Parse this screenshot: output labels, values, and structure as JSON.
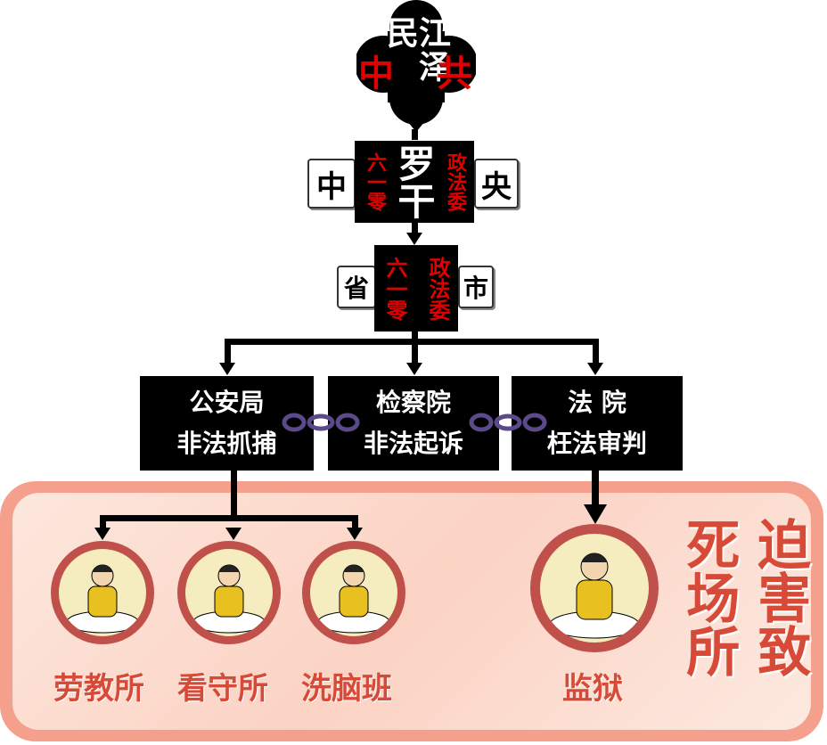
{
  "top": {
    "left": "中",
    "right": "共",
    "name": "江泽民"
  },
  "central": {
    "left": "中",
    "right": "央",
    "office_a": "六一零",
    "name": "罗干",
    "office_b": "政法委"
  },
  "provincial": {
    "left": "省",
    "right": "市",
    "office_a": "六一零",
    "office_b": "政法委"
  },
  "organs": [
    {
      "name": "公安局",
      "action": "非法抓捕"
    },
    {
      "name": "检察院",
      "action": "非法起诉"
    },
    {
      "name": "法 院",
      "action": "枉法审判"
    }
  ],
  "places": [
    "劳教所",
    "看守所",
    "洗脑班",
    "监狱"
  ],
  "caption": {
    "col_right": "迫害致",
    "col_left": "死场所"
  },
  "colors": {
    "red": "#e00000",
    "caption": "#d84a38",
    "panel": "#f4a08c"
  }
}
